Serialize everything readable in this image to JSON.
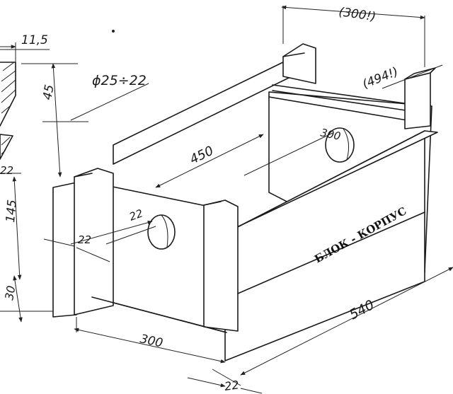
{
  "drawing": {
    "label": "БЛОК - КОРПУС",
    "dimensions": {
      "thickness_top": "11,5",
      "hole_diameter": "ϕ25÷22",
      "height_45": "45",
      "height_145": "145",
      "height_30": "30",
      "left_22": "22",
      "width_300_top": "(300!)",
      "length_494": "(494!)",
      "depth_450": "450",
      "inner_300": "300",
      "post_22_a": "22",
      "post_22_b": "22",
      "width_300_bottom": "300",
      "length_540": "540",
      "bottom_22": "22"
    }
  }
}
